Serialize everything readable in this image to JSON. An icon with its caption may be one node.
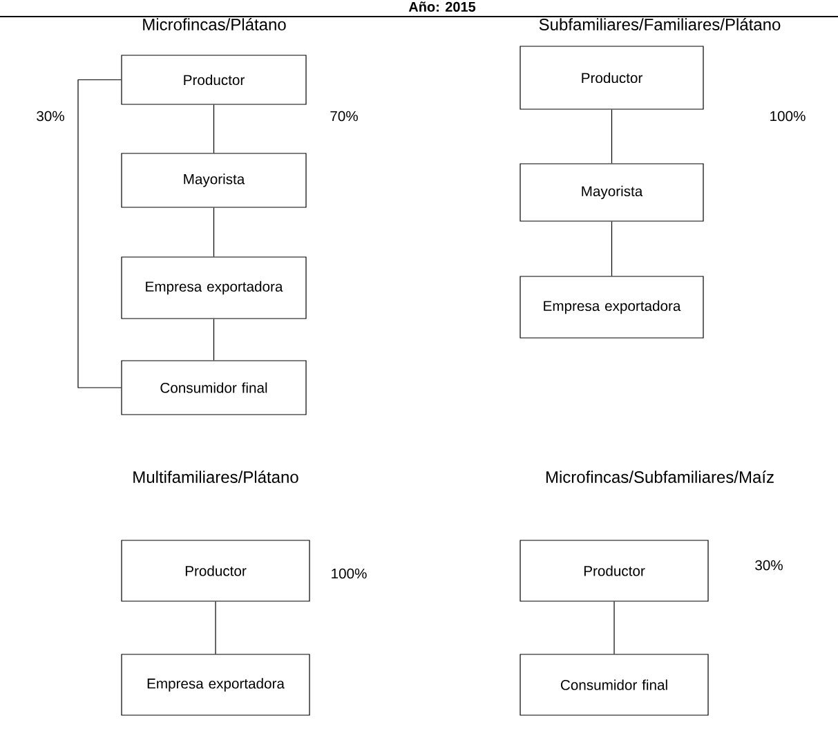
{
  "diagram": {
    "title": "Año: 2015",
    "nodes": [
      {
        "text": [
          "Productor"
        ]
      },
      {
        "text": [
          "Mayorista"
        ]
      },
      {
        "text": [
          "Empresa exportadora"
        ]
      },
      {
        "text": [
          "Consumidor final"
        ]
      },
      {
        "text": [
          "Productor"
        ]
      },
      {
        "text": [
          "Mayorista"
        ]
      },
      {
        "text": [
          "Empresa exportadora"
        ]
      },
      {
        "text": [
          "Productor"
        ]
      },
      {
        "text": [
          "Empresa exportadora"
        ]
      },
      {
        "text": [
          "Productor"
        ]
      },
      {
        "text": [
          "Consumidor final"
        ]
      }
    ],
    "edges": [
      {
        "from": 0,
        "to": 1,
        "arrow": "none"
      },
      {
        "from": 1,
        "to": 2,
        "arrow": "none"
      },
      {
        "from": 2,
        "to": 3,
        "arrow": "none"
      },
      {
        "from": 0,
        "to": 3,
        "arrow": "none"
      },
      {
        "from": 4,
        "to": 5,
        "arrow": "none"
      },
      {
        "from": 5,
        "to": 6,
        "arrow": "none"
      },
      {
        "from": 7,
        "to": 8,
        "arrow": "none"
      },
      {
        "from": 9,
        "to": 10,
        "arrow": "none"
      }
    ],
    "labels": [
      "Microfincas/Plátano",
      "Subfamiliares/Familiares/Plátano",
      "30%",
      "70%",
      "100%",
      "Multifamiliares/Plátano",
      "Microfincas/Subfamiliares/Maíz",
      "100%",
      "30%"
    ]
  }
}
